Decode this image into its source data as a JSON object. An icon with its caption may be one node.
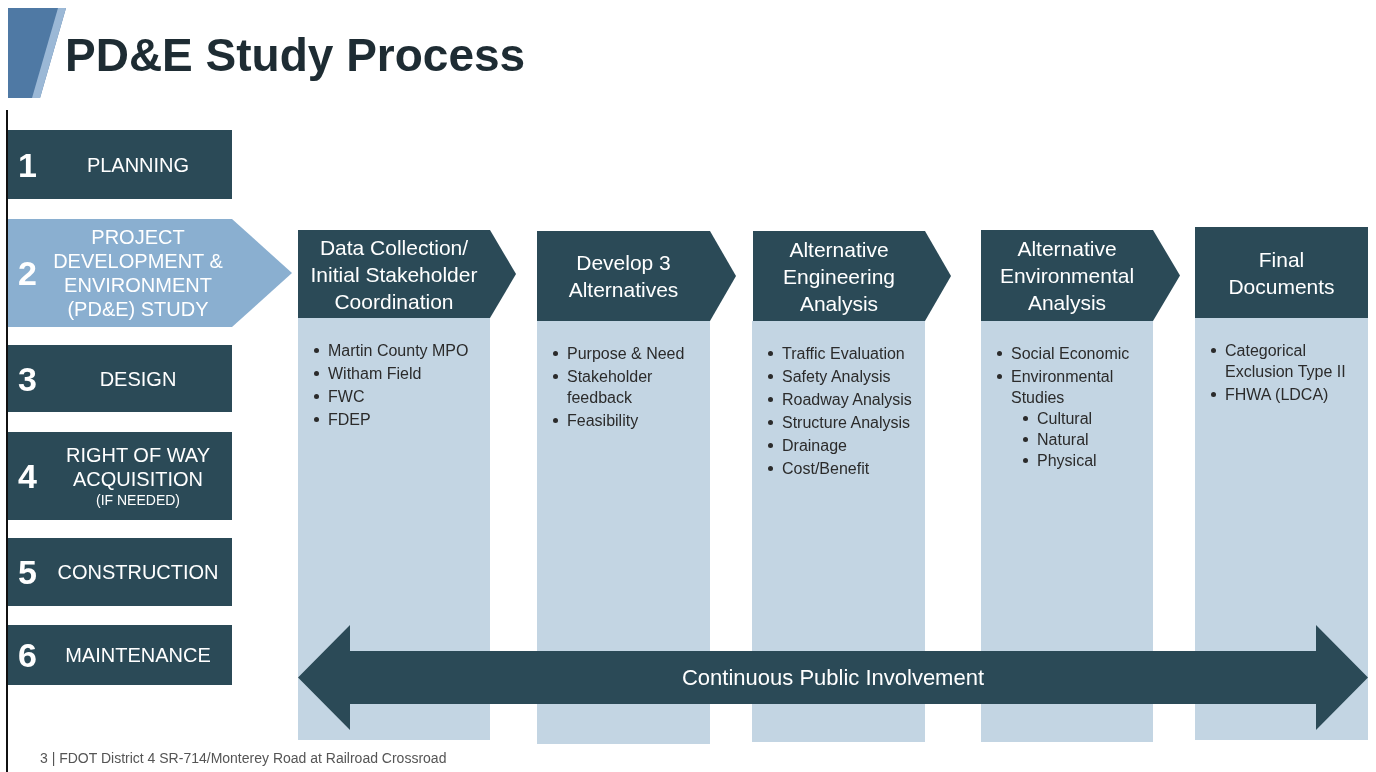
{
  "diagram": {
    "title": "PD&E Study Process",
    "nodes": [
      {
        "text": [
          "1",
          "PLANNING"
        ]
      },
      {
        "text": [
          "2",
          "PROJECT DEVELOPMENT & ENVIRONMENT (PD&E) STUDY"
        ]
      },
      {
        "text": [
          "3",
          "DESIGN"
        ]
      },
      {
        "text": [
          "4",
          "RIGHT OF WAY ACQUISITION",
          "(IF NEEDED)"
        ]
      },
      {
        "text": [
          "5",
          "CONSTRUCTION"
        ]
      },
      {
        "text": [
          "6",
          "MAINTENANCE"
        ]
      },
      {
        "text": [
          "Data Collection/ Initial Stakeholder Coordination"
        ]
      },
      {
        "text": [
          "Martin County MPO",
          "Witham Field",
          "FWC",
          "FDEP"
        ]
      },
      {
        "text": [
          "Develop 3 Alternatives"
        ]
      },
      {
        "text": [
          "Purpose & Need",
          "Stakeholder feedback",
          "Feasibility"
        ]
      },
      {
        "text": [
          "Alternative Engineering Analysis"
        ]
      },
      {
        "text": [
          "Traffic Evaluation",
          "Safety Analysis",
          "Roadway Analysis",
          "Structure Analysis",
          "Drainage",
          "Cost/Benefit"
        ]
      },
      {
        "text": [
          "Alternative Environmental Analysis"
        ]
      },
      {
        "text": [
          "Social Economic",
          "Environmental Studies",
          "Cultural",
          "Natural",
          "Physical"
        ]
      },
      {
        "text": [
          "Final Documents"
        ]
      },
      {
        "text": [
          "Categorical Exclusion Type II",
          "FHWA (LDCA)"
        ]
      },
      {
        "text": [
          "Continuous Public Involvement"
        ]
      }
    ],
    "labels": [
      "3 | FDOT District 4 SR-714/Monterey Road at Railroad Crossroad"
    ]
  }
}
